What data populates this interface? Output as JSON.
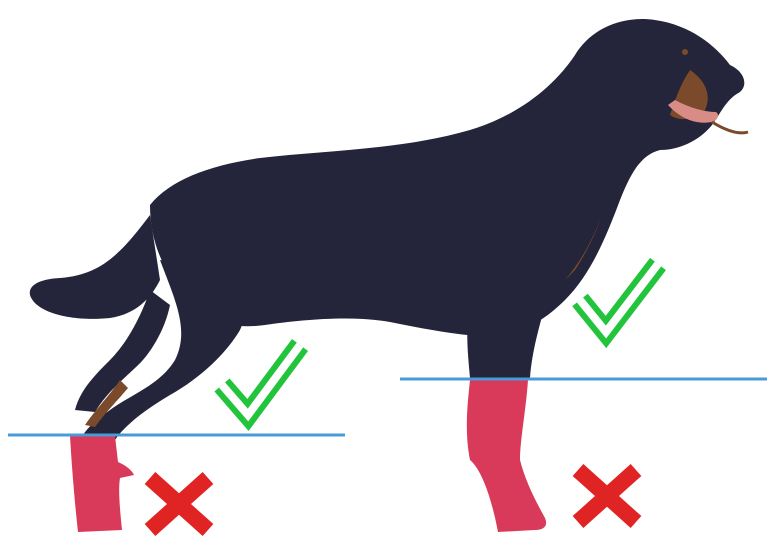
{
  "image": {
    "subject": "rottweiler",
    "colors": {
      "background": "#ffffff",
      "coat": "#24253a",
      "tan": "#7a4a2a",
      "mouth": "#d98c86",
      "guide_line": "#4a9ad8",
      "highlight": "#d93a5a",
      "check": "#22c43c",
      "cross": "#e02424"
    },
    "marks": [
      {
        "type": "check",
        "region": "rear-leg-above-line"
      },
      {
        "type": "check",
        "region": "front-leg-above-line"
      },
      {
        "type": "cross",
        "region": "rear-leg-below-line"
      },
      {
        "type": "cross",
        "region": "front-leg-below-line"
      }
    ]
  }
}
